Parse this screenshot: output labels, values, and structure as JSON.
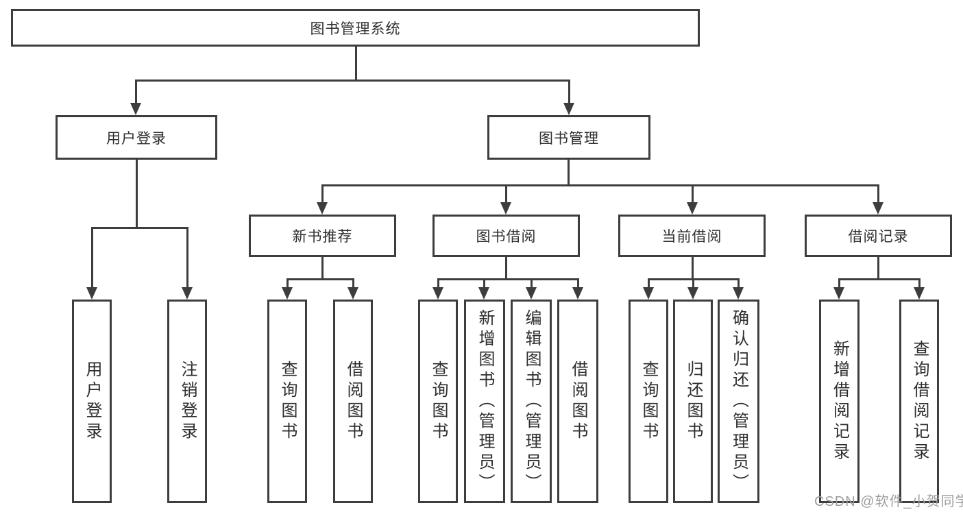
{
  "diagram": {
    "root": {
      "label": "图书管理系统"
    },
    "branches": [
      {
        "label": "用户登录",
        "children": [
          {
            "label": "用户登录"
          },
          {
            "label": "注销登录"
          }
        ]
      },
      {
        "label": "图书管理",
        "children": [
          {
            "label": "新书推荐",
            "children": [
              {
                "label": "查询图书"
              },
              {
                "label": "借阅图书"
              }
            ]
          },
          {
            "label": "图书借阅",
            "children": [
              {
                "label": "查询图书"
              },
              {
                "label": "新增图书（管理员）"
              },
              {
                "label": "编辑图书（管理员）"
              },
              {
                "label": "借阅图书"
              }
            ]
          },
          {
            "label": "当前借阅",
            "children": [
              {
                "label": "查询图书"
              },
              {
                "label": "归还图书"
              },
              {
                "label": "确认归还（管理员）"
              }
            ]
          },
          {
            "label": "借阅记录",
            "children": [
              {
                "label": "新增借阅记录"
              },
              {
                "label": "查询借阅记录"
              }
            ]
          }
        ]
      }
    ]
  },
  "watermark": {
    "text": "CSDN @软件_小贺同学"
  },
  "colors": {
    "line": "#3d3d3d",
    "box_border": "#3d3d3d",
    "text": "#2e2e2e",
    "watermark": "#9e9e9e",
    "background": "#ffffff"
  }
}
